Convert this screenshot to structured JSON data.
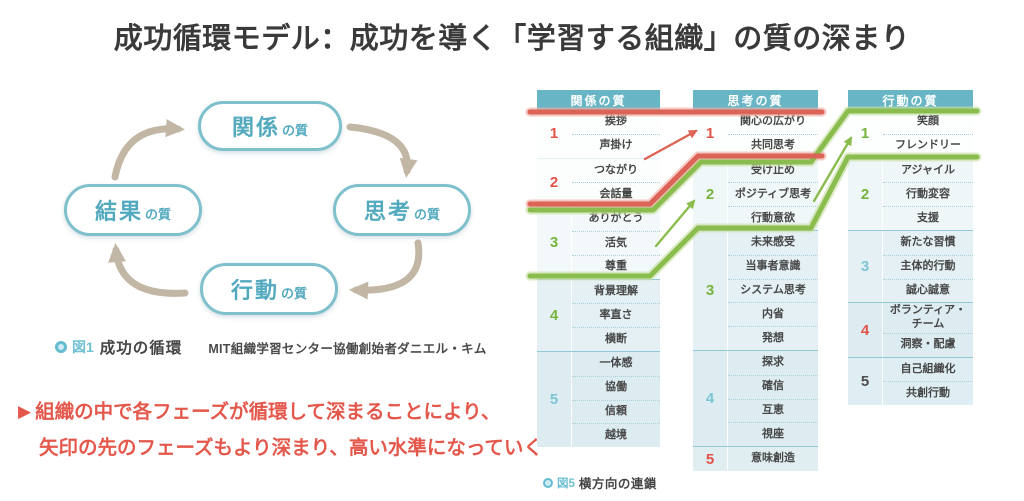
{
  "title": "成功循環モデル：成功を導く「学習する組織」の質の深まり",
  "cycle": {
    "nodes": [
      {
        "main": "関係",
        "suffix": "の質"
      },
      {
        "main": "思考",
        "suffix": "の質"
      },
      {
        "main": "行動",
        "suffix": "の質"
      },
      {
        "main": "結果",
        "suffix": "の質"
      }
    ],
    "caption": {
      "fig": "図1",
      "title": "成功の循環",
      "source": "MIT組織学習センター協働創始者ダニエル・キム"
    }
  },
  "note": {
    "bullet": "▶",
    "line1": "組織の中で各フェーズが循環して深まることにより、",
    "line2": "矢印の先のフェーズもより深まり、高い水準になっていく"
  },
  "tables": [
    {
      "header": "関係の質",
      "levels": [
        {
          "num": "1",
          "num_color": "red",
          "items": [
            "挨拶",
            "声掛け"
          ]
        },
        {
          "num": "2",
          "num_color": "red",
          "items": [
            "つながり",
            "会話量"
          ]
        },
        {
          "num": "3",
          "num_color": "green",
          "items": [
            "ありがとう",
            "活気",
            "尊重"
          ]
        },
        {
          "num": "4",
          "num_color": "green",
          "items": [
            "背景理解",
            "率直さ",
            "横断"
          ]
        },
        {
          "num": "5",
          "num_color": "blue",
          "items": [
            "一体感",
            "協働",
            "信頼",
            "越境"
          ]
        }
      ]
    },
    {
      "header": "思考の質",
      "levels": [
        {
          "num": "1",
          "num_color": "red",
          "items": [
            "関心の広がり",
            "共同思考"
          ]
        },
        {
          "num": "2",
          "num_color": "green",
          "items": [
            "受け止め",
            "ポジティブ思考",
            "行動意欲"
          ]
        },
        {
          "num": "3",
          "num_color": "green",
          "items": [
            "未来感受",
            "当事者意識",
            "システム思考",
            "内省",
            "発想"
          ]
        },
        {
          "num": "4",
          "num_color": "blue",
          "items": [
            "探求",
            "確信",
            "互恵",
            "視座"
          ]
        },
        {
          "num": "5",
          "num_color": "red",
          "items": [
            "意味創造"
          ]
        }
      ]
    },
    {
      "header": "行動の質",
      "levels": [
        {
          "num": "1",
          "num_color": "green",
          "items": [
            "笑顔",
            "フレンドリー"
          ]
        },
        {
          "num": "2",
          "num_color": "green",
          "items": [
            "アジャイル",
            "行動変容",
            "支援"
          ]
        },
        {
          "num": "3",
          "num_color": "blue",
          "items": [
            "新たな習慣",
            "主体的行動",
            "誠心誠意"
          ]
        },
        {
          "num": "4",
          "num_color": "red",
          "items": [
            "ボランティア・チーム",
            "洞察・配慮"
          ]
        },
        {
          "num": "5",
          "num_color": "dark",
          "items": [
            "自己組織化",
            "共創行動"
          ]
        }
      ]
    }
  ],
  "figure5": {
    "fig": "図5",
    "label": "横方向の連鎖"
  },
  "colors": {
    "header_teal": "#68b6c5",
    "band_red": "#db6457",
    "band_red_halo": "#f0ada4",
    "band_green": "#8abd4e",
    "band_green_halo": "#c9e0a6",
    "num_red": "#e25349",
    "num_green": "#76b43e",
    "num_blue": "#7fc4d6",
    "num_dark": "#4d4d4d",
    "note_red": "#e4584c",
    "cycle_teal": "#53aabf",
    "arrow_tan": "#c2b6a4"
  }
}
